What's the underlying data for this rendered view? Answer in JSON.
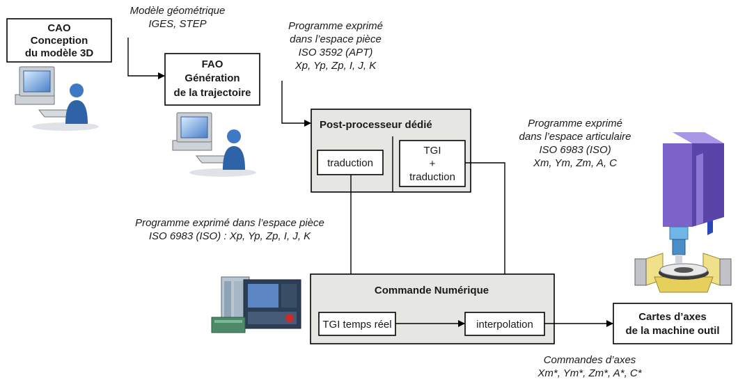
{
  "boxes": {
    "cao": [
      "CAO",
      "Conception",
      "du modèle 3D"
    ],
    "fao": [
      "FAO",
      "Génération",
      "de la trajectoire"
    ],
    "post_title": "Post-processeur dédié",
    "traduction": "traduction",
    "tgi": [
      "TGI",
      "+",
      "traduction"
    ],
    "cn_title": "Commande Numérique",
    "tgi_temps_reel": "TGI temps réel",
    "interpolation": "interpolation",
    "cartes": [
      "Cartes d’axes",
      "de la machine outil"
    ]
  },
  "annotations": {
    "modele": [
      "Modèle géométrique",
      "IGES, STEP"
    ],
    "prog_piece_apt": [
      "Programme exprimé",
      "dans l’espace pièce",
      "ISO 3592 (APT)",
      "Xp, Yp, Zp, I, J, K"
    ],
    "prog_articulaire": [
      "Programme exprimé",
      "dans l’espace articulaire",
      "ISO 6983 (ISO)",
      "Xm, Ym, Zm, A, C"
    ],
    "prog_piece_iso": [
      "Programme exprimé dans l’espace pièce",
      "ISO 6983 (ISO) : Xp, Yp, Zp, I, J, K"
    ],
    "commandes_axes": [
      "Commandes d’axes",
      "Xm*, Ym*, Zm*, A*, C*"
    ]
  },
  "icons": {
    "workstation_1": "workstation-icon",
    "workstation_2": "workstation-icon",
    "cnc_controller": "cnc-controller-icon",
    "machine_tool": "five-axis-machine-icon"
  },
  "colors": {
    "grey_panel": "#e6e6e2",
    "machine_purple": "#7b63c9",
    "machine_yellow": "#f1e08a",
    "spindle_blue": "#6fb5e8"
  }
}
